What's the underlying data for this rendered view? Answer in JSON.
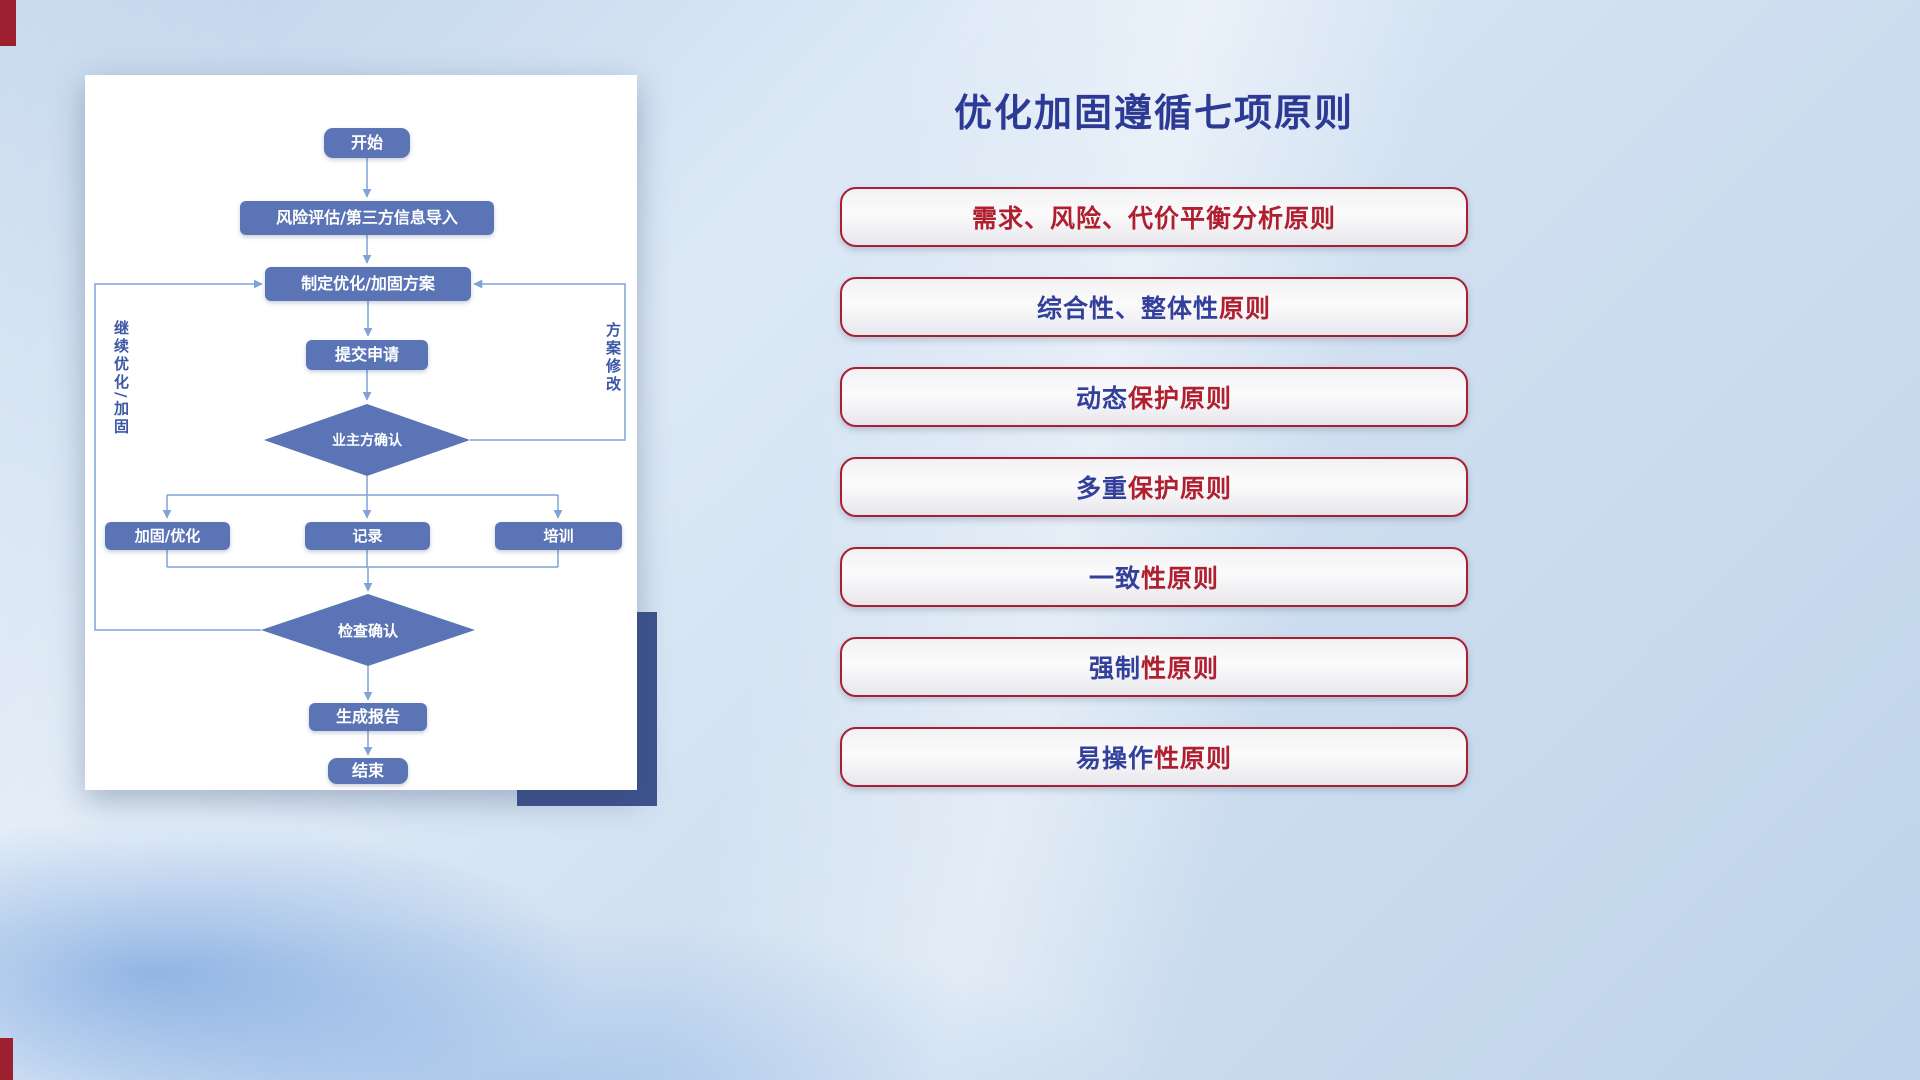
{
  "slide": {
    "title": "优化加固遵循七项原则"
  },
  "colors": {
    "title_blue": "#2c3a96",
    "text_blue": "#32409b",
    "text_red": "#b01f30",
    "pill_border": "#a81e33",
    "node_fill": "#5b74b6",
    "connector": "#7fa3d6",
    "corner_accent": "#9c2030"
  },
  "flowchart": {
    "nodes": {
      "start": "开始",
      "risk_import": "风险评估/第三方信息导入",
      "make_plan": "制定优化/加固方案",
      "submit": "提交申请",
      "owner_confirm": "业主方确认",
      "harden_optimize": "加固/优化",
      "record": "记录",
      "training": "培训",
      "check_confirm": "检查确认",
      "report": "生成报告",
      "end": "结束"
    },
    "edge_labels": {
      "continue_loop": "继续优化/加固",
      "plan_modify": "方案修改"
    }
  },
  "principles": {
    "items": [
      {
        "parts": [
          {
            "text": "需求、风险、代价平衡分析原则",
            "color": "text_red"
          }
        ]
      },
      {
        "parts": [
          {
            "text": "综合性、整体性",
            "color": "text_blue"
          },
          {
            "text": "原则",
            "color": "text_red"
          }
        ]
      },
      {
        "parts": [
          {
            "text": "动态",
            "color": "text_blue"
          },
          {
            "text": "保护原则",
            "color": "text_red"
          }
        ]
      },
      {
        "parts": [
          {
            "text": "多重",
            "color": "text_blue"
          },
          {
            "text": "保护原则",
            "color": "text_red"
          }
        ]
      },
      {
        "parts": [
          {
            "text": "一致",
            "color": "text_blue"
          },
          {
            "text": "性原则",
            "color": "text_red"
          }
        ]
      },
      {
        "parts": [
          {
            "text": "强制",
            "color": "text_blue"
          },
          {
            "text": "性原则",
            "color": "text_red"
          }
        ]
      },
      {
        "parts": [
          {
            "text": "易操作",
            "color": "text_blue"
          },
          {
            "text": "性原则",
            "color": "text_red"
          }
        ]
      }
    ]
  }
}
